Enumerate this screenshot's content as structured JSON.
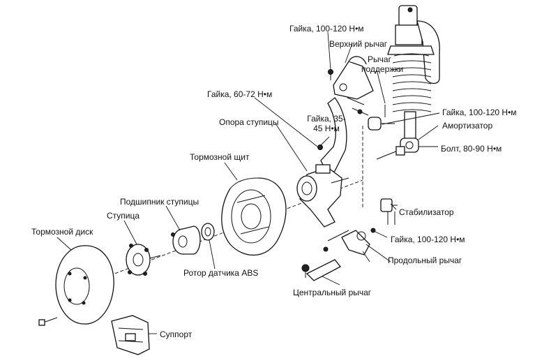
{
  "labels": {
    "nut_upper": "Гайка, 100-120 Н•м",
    "upper_arm": "Верхний рычаг",
    "support_arm": "Рычаг поддержки",
    "nut_60_72": "Гайка, 60-72 Н•м",
    "nut_35_45": "Гайка, 35-45 Н•м",
    "hub_carrier": "Опора ступицы",
    "nut_right": "Гайка, 100-120 Н•м",
    "shock_absorber": "Амортизатор",
    "bolt_80_90": "Болт, 80-90 Н•м",
    "brake_shield": "Тормозной щит",
    "hub_bearing": "Подшипник ступицы",
    "hub": "Ступица",
    "brake_disc": "Тормозной диск",
    "stabilizer": "Стабилизатор",
    "nut_lower": "Гайка, 100-120 Н•м",
    "trailing_arm": "Продольный рычаг",
    "abs_rotor": "Ротор датчика ABS",
    "center_arm": "Центральный рычаг",
    "caliper": "Суппорт"
  }
}
